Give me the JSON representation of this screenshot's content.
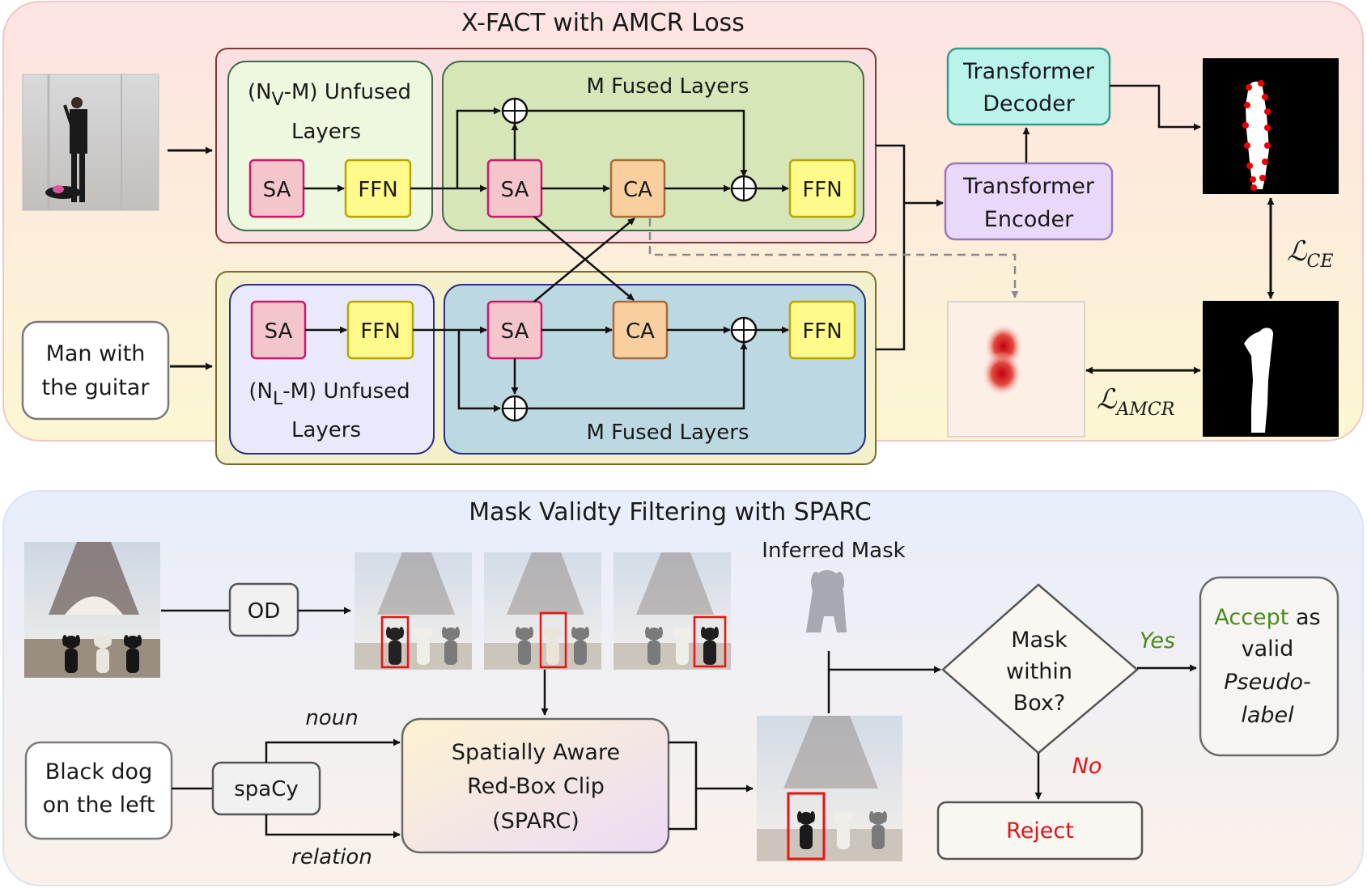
{
  "top_panel": {
    "title": "X-FACT with AMCR Loss",
    "vision": {
      "unfused_label_line1_pre": "(N",
      "unfused_label_sub": "V",
      "unfused_label_line1_post": "-M) Unfused",
      "unfused_label_line2": "Layers",
      "fused_label": "M Fused Layers",
      "sa": "SA",
      "ffn": "FFN",
      "ca": "CA"
    },
    "language": {
      "input_text_line1": "Man with",
      "input_text_line2": "the guitar",
      "unfused_label_line1_pre": "(N",
      "unfused_label_sub": "L",
      "unfused_label_line1_post": "-M) Unfused",
      "unfused_label_line2": "Layers",
      "fused_label": "M Fused Layers",
      "sa": "SA",
      "ffn": "FFN",
      "ca": "CA"
    },
    "decoder_line1": "Transformer",
    "decoder_line2": "Decoder",
    "encoder_line1": "Transformer",
    "encoder_line2": "Encoder",
    "loss_ce_main": "ℒ",
    "loss_ce_sub": "CE",
    "loss_amcr_main": "ℒ",
    "loss_amcr_sub": "AMCR"
  },
  "bottom_panel": {
    "title": "Mask Validty Filtering with SPARC",
    "od": "OD",
    "inferred_mask": "Inferred Mask",
    "query_line1": "Black dog",
    "query_line2": "on the left",
    "spacy": "spaCy",
    "noun": "noun",
    "relation": "relation",
    "sparc_line1": "Spatially Aware",
    "sparc_line2": "Red-Box Clip",
    "sparc_line3": "(SPARC)",
    "decision_line1": "Mask",
    "decision_line2": "within",
    "decision_line3": "Box?",
    "yes": "Yes",
    "no": "No",
    "accept_word": "Accept",
    "accept_rest": "as",
    "accept_line2": "valid",
    "accept_line3": "Pseudo-",
    "accept_line4": "label",
    "reject": "Reject"
  },
  "colors": {
    "sa_fill": "#f4c6cc",
    "sa_stroke": "#d0176a",
    "ffn_fill": "#fffa8a",
    "ffn_stroke": "#b9a400",
    "ca_fill": "#f9cfa0",
    "ca_stroke": "#a86a38",
    "decoder_fill": "#b9f3ea",
    "decoder_stroke": "#3a9a8c",
    "encoder_fill": "#ead8fa",
    "encoder_stroke": "#9a78b8",
    "accept": "#4b8a1c",
    "reject": "#e01515",
    "yes": "#4b8a1c",
    "no": "#e01515"
  }
}
